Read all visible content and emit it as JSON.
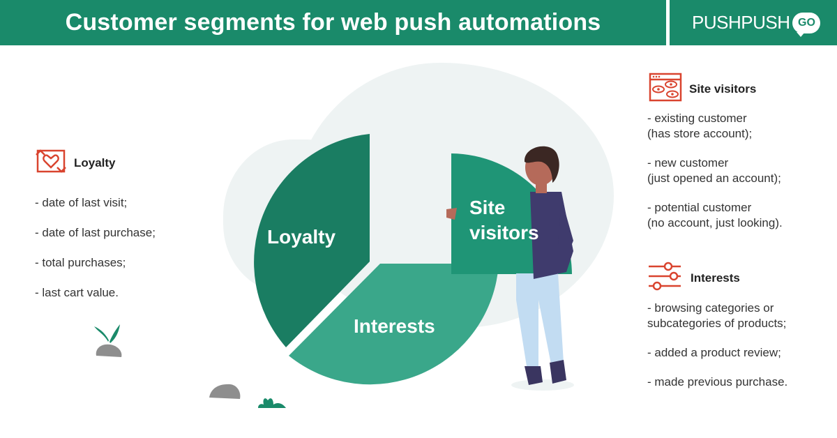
{
  "header": {
    "title": "Customer segments for web push automations",
    "logo_text": "PUSHPUSH",
    "logo_badge": "GO"
  },
  "segments": {
    "loyalty": "Loyalty",
    "interests": "Interests",
    "site_visitors_line1": "Site",
    "site_visitors_line2": "visitors"
  },
  "loyalty_panel": {
    "title": "Loyalty",
    "icon": "heart-cycle-icon",
    "items": [
      "- date of last visit;",
      "- date of last purchase;",
      "- total purchases;",
      "- last cart value."
    ]
  },
  "site_visitors_panel": {
    "title": "Site visitors",
    "icon": "browser-eyes-icon",
    "items": [
      "- existing customer\n(has store account);",
      "- new customer\n(just opened an account);",
      "- potential customer\n(no account, just looking)."
    ]
  },
  "interests_panel": {
    "title": "Interests",
    "icon": "sliders-icon",
    "items": [
      "- browsing categories or\nsubcategories of products;",
      "- added a product review;",
      "- made previous purchase."
    ]
  },
  "colors": {
    "brand_green": "#1a8a6a",
    "loyalty_slice": "#1a7d62",
    "interests_slice": "#3aa78a",
    "visitors_slice": "#1f9576",
    "icon_red": "#d9442f"
  }
}
